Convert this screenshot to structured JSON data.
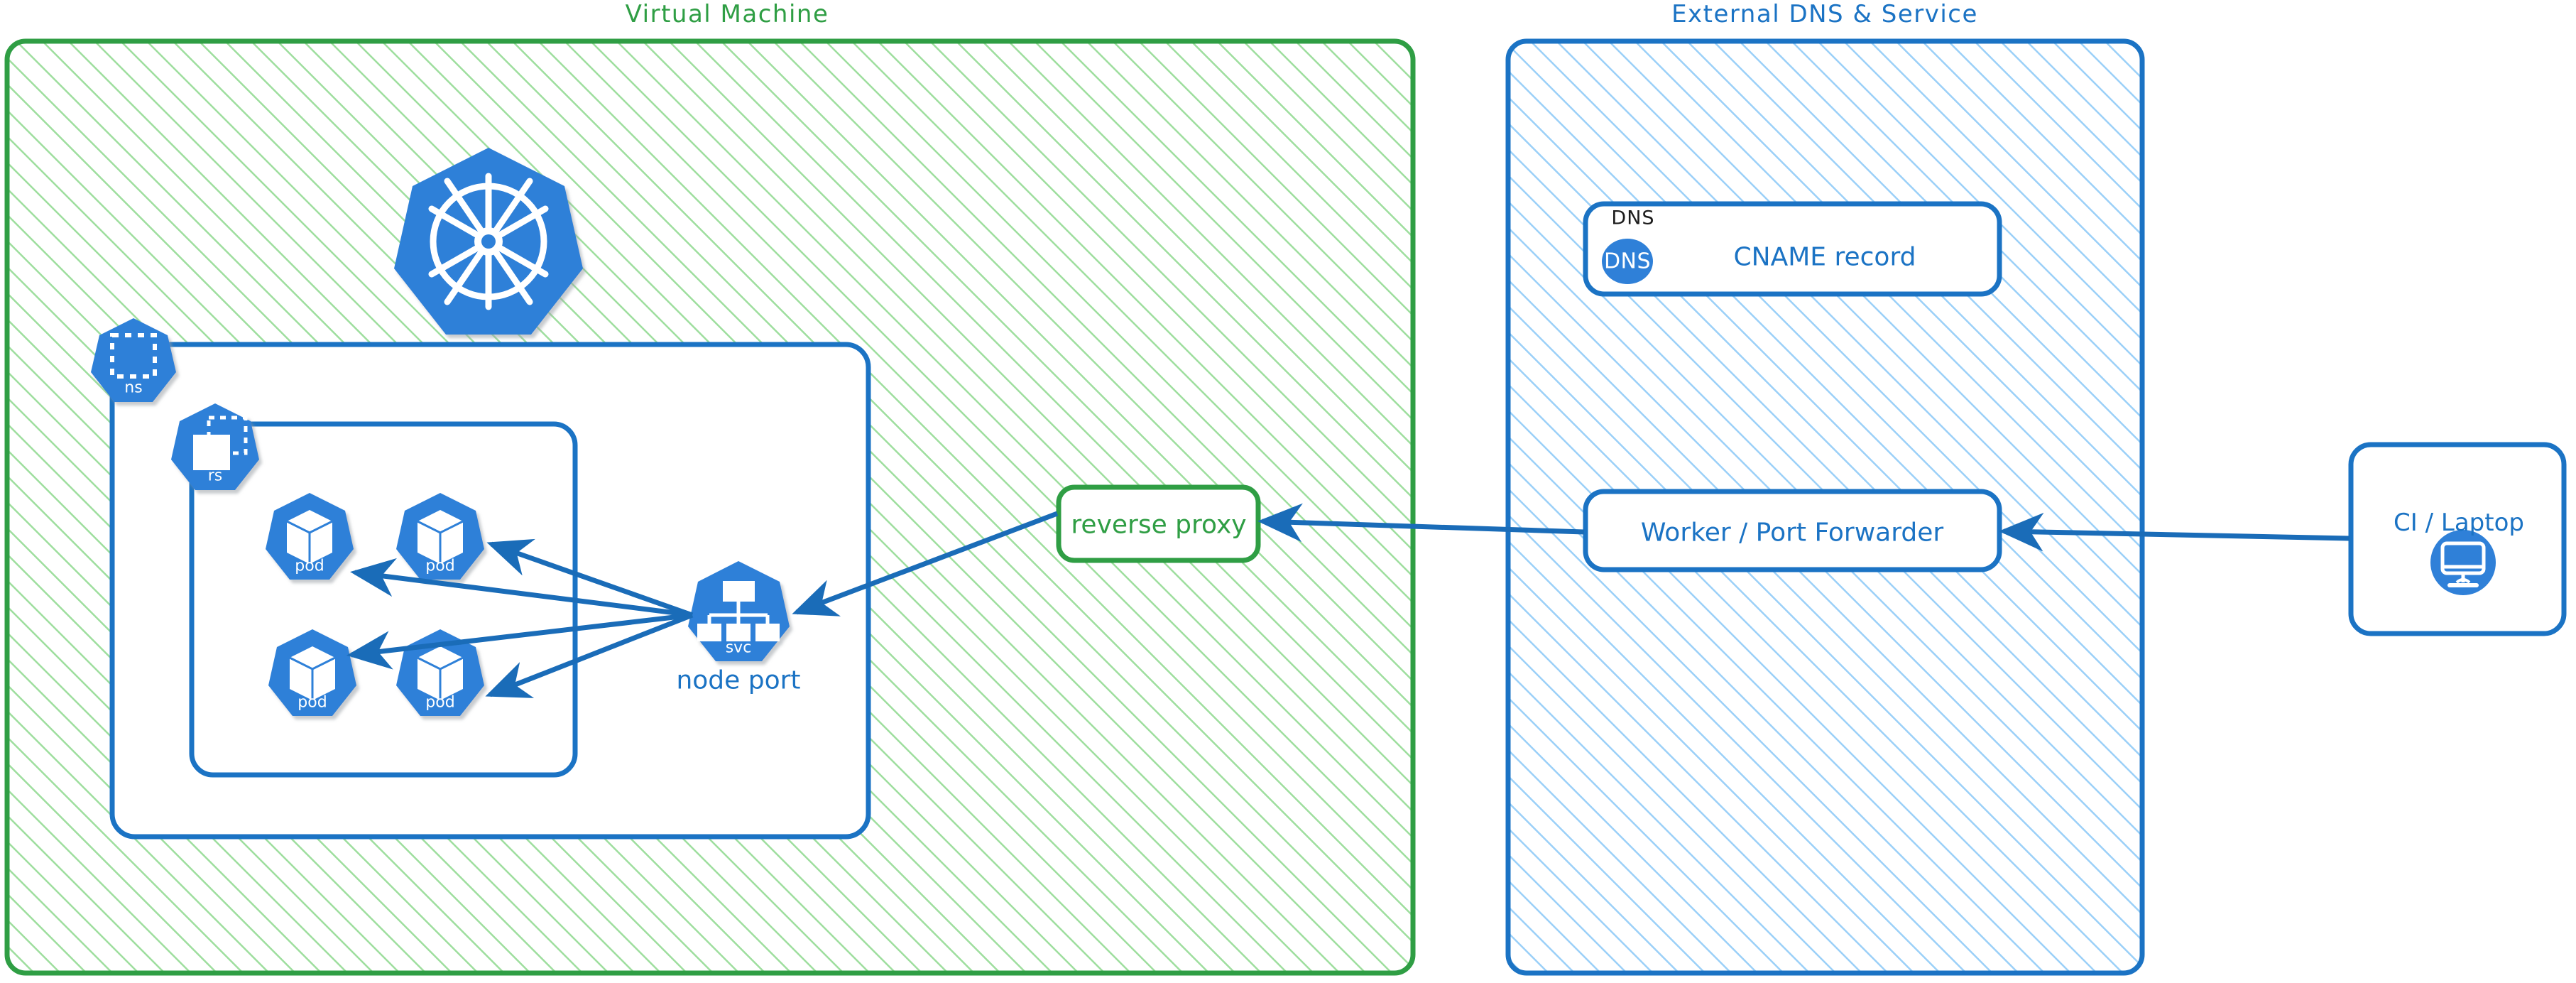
{
  "zones": {
    "vm": {
      "title": "Virtual Machine",
      "color": "#2f9e44",
      "hatch_color": "#9ede9e"
    },
    "external": {
      "title": "External DNS & Service",
      "color": "#1b73c4",
      "hatch_color": "#9bd0f8"
    }
  },
  "nodes": {
    "k8s_logo": {
      "icon": "kubernetes-logo-icon"
    },
    "namespace": {
      "caption": "ns",
      "icon": "namespace-icon"
    },
    "replicaset": {
      "caption": "rs",
      "icon": "replicaset-icon"
    },
    "pods": [
      {
        "caption": "pod",
        "icon": "pod-icon"
      },
      {
        "caption": "pod",
        "icon": "pod-icon"
      },
      {
        "caption": "pod",
        "icon": "pod-icon"
      },
      {
        "caption": "pod",
        "icon": "pod-icon"
      }
    ],
    "service": {
      "caption": "svc",
      "icon": "service-icon",
      "label": "node port"
    },
    "reverse_proxy": {
      "label": "reverse proxy"
    },
    "dns_record": {
      "group_label": "DNS",
      "badge": "DNS",
      "label": "CNAME record"
    },
    "worker": {
      "label": "Worker / Port Forwarder"
    },
    "client": {
      "label": "CI / Laptop",
      "icon": "desktop-monitor-icon"
    }
  },
  "colors": {
    "k8s_blue": "#2f80d8",
    "arrow_blue": "#1a6cb8",
    "green_stroke": "#2f9e44",
    "blue_stroke": "#1b73c4",
    "black_text": "#1c1c1c"
  }
}
